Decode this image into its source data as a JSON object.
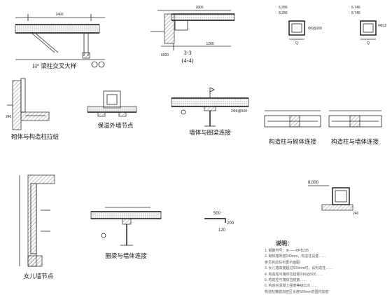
{
  "sheet_title": "",
  "details": [
    {
      "caption": "H° 梁柱交叉大样"
    },
    {
      "caption": "3-3"
    },
    {
      "caption": "(4-4)"
    },
    {
      "caption": "砌体与构造柱拉结"
    },
    {
      "caption": "保温外墙节点"
    },
    {
      "caption": "墙体与圈梁连接"
    },
    {
      "caption": "构造柱与砌体连接"
    },
    {
      "caption": "构造柱与墙体连接"
    },
    {
      "caption": "女儿墙节点"
    },
    {
      "caption": "圈梁与墙体连接"
    }
  ],
  "dims": {
    "top_2400": "2400",
    "top_1200": "1200",
    "top_200": "200",
    "top_2800": "2800",
    "elev_1": "6.280",
    "elev_2": "8.280",
    "elev_3": "6.740",
    "elev_4": "8.740",
    "elev_5": "8.000",
    "bar_500": "500",
    "bar_200": "200",
    "bar_120": "120",
    "size_240": "240",
    "spec_a": "4Φ12",
    "spec_b": "Φ6@200",
    "spec_c": "2Φ6@500",
    "elev_6000": "6000"
  },
  "notes": {
    "title": "说明：",
    "items": [
      "1. 钢筋符号：Φ——HPB235",
      "2. 砌体墙厚度240mm，构造柱设置……",
      "   参见构造柱布置平面图",
      "3. 女儿墙高度超过500mm时，设构造柱……",
      "4. 构造柱与墙体拉结筋2Φ6@500……",
      "5. 构造柱与墙体拉结筋……",
      "6. 构造柱混凝土强度等级C20……",
      "   构造柱箍筋加密区长度500mm范围内加密"
    ]
  }
}
